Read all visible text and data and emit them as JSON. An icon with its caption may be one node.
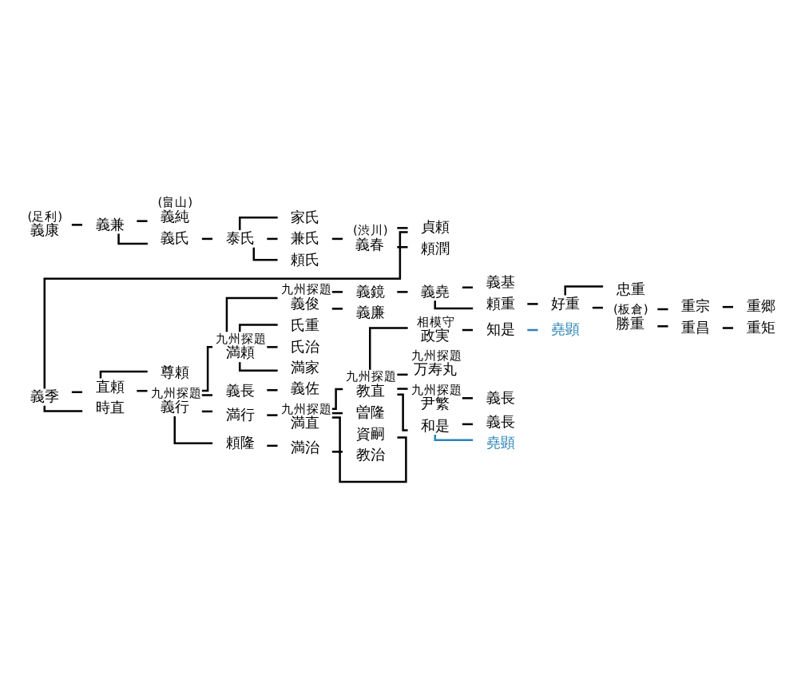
{
  "diagram": {
    "nodes": [
      {
        "text": [
          "義康"
        ],
        "beside": [
          "(足利)"
        ]
      },
      {
        "text": [
          "義兼"
        ]
      },
      {
        "text": [
          "義純"
        ],
        "beside": [
          "(畠山)"
        ]
      },
      {
        "text": [
          "義氏"
        ]
      },
      {
        "text": [
          "泰氏"
        ]
      },
      {
        "text": [
          "家氏"
        ]
      },
      {
        "text": [
          "兼氏"
        ]
      },
      {
        "text": [
          "頼氏"
        ]
      },
      {
        "text": [
          "義春"
        ],
        "beside": [
          "(渋川)"
        ]
      },
      {
        "text": [
          "貞頼"
        ]
      },
      {
        "text": [
          "頼潤"
        ]
      },
      {
        "text": [
          "義季"
        ]
      },
      {
        "text": [
          "直頼"
        ]
      },
      {
        "text": [
          "時直"
        ]
      },
      {
        "text": [
          "尊頼"
        ]
      },
      {
        "text": [
          "義行"
        ],
        "beside": [
          "九州探題"
        ]
      },
      {
        "text": [
          "満頼"
        ],
        "beside": [
          "九州探題"
        ]
      },
      {
        "text": [
          "義長"
        ]
      },
      {
        "text": [
          "満行"
        ]
      },
      {
        "text": [
          "頼隆"
        ]
      },
      {
        "text": [
          "義俊"
        ],
        "beside": [
          "九州探題"
        ]
      },
      {
        "text": [
          "氏重"
        ]
      },
      {
        "text": [
          "氏治"
        ]
      },
      {
        "text": [
          "満家"
        ]
      },
      {
        "text": [
          "義鏡"
        ]
      },
      {
        "text": [
          "義廉"
        ]
      },
      {
        "text": [
          "義堯"
        ]
      },
      {
        "text": [
          "義基"
        ]
      },
      {
        "text": [
          "頼重"
        ]
      },
      {
        "text": [
          "好重"
        ]
      },
      {
        "text": [
          "忠重"
        ]
      },
      {
        "text": [
          "勝重"
        ],
        "beside": [
          "(板倉)"
        ]
      },
      {
        "text": [
          "重宗"
        ]
      },
      {
        "text": [
          "重郷"
        ]
      },
      {
        "text": [
          "重昌"
        ]
      },
      {
        "text": [
          "重矩"
        ]
      },
      {
        "text": [
          "義佐"
        ]
      },
      {
        "text": [
          "満直"
        ],
        "beside": [
          "九州探題"
        ]
      },
      {
        "text": [
          "教直"
        ],
        "beside": [
          "九州探題"
        ]
      },
      {
        "text": [
          "曽隆"
        ]
      },
      {
        "text": [
          "資嗣"
        ]
      },
      {
        "text": [
          "政実"
        ],
        "beside": [
          "相模守"
        ]
      },
      {
        "text": [
          "万寿丸"
        ],
        "beside": [
          "九州探題"
        ]
      },
      {
        "text": [
          "尹繁"
        ],
        "beside": [
          "九州探題"
        ]
      },
      {
        "text": [
          "和是"
        ]
      },
      {
        "text": [
          "知是"
        ]
      },
      {
        "text": [
          "堯顕"
        ]
      },
      {
        "text": [
          "義長"
        ]
      },
      {
        "text": [
          "義長"
        ]
      },
      {
        "text": [
          "堯顕"
        ]
      },
      {
        "text": [
          "満治"
        ]
      },
      {
        "text": [
          "教治"
        ]
      }
    ],
    "edges": [
      {
        "from": 0,
        "to": 1,
        "arrow": "none"
      },
      {
        "from": 1,
        "to": 2,
        "arrow": "none"
      },
      {
        "from": 1,
        "to": 3,
        "arrow": "none"
      },
      {
        "from": 3,
        "to": 4,
        "arrow": "none"
      },
      {
        "from": 4,
        "to": 5,
        "arrow": "none"
      },
      {
        "from": 4,
        "to": 6,
        "arrow": "none"
      },
      {
        "from": 4,
        "to": 7,
        "arrow": "none"
      },
      {
        "from": 6,
        "to": 8,
        "arrow": "none"
      },
      {
        "from": 8,
        "to": 9,
        "arrow": "none"
      },
      {
        "from": 8,
        "to": 10,
        "arrow": "none"
      },
      {
        "from": 9,
        "to": 11,
        "arrow": "none"
      },
      {
        "from": 11,
        "to": 12,
        "arrow": "none"
      },
      {
        "from": 11,
        "to": 13,
        "arrow": "none"
      },
      {
        "from": 12,
        "to": 14,
        "arrow": "none"
      },
      {
        "from": 12,
        "to": 15,
        "arrow": "none"
      },
      {
        "from": 15,
        "to": 16,
        "arrow": "none"
      },
      {
        "from": 15,
        "to": 17,
        "arrow": "none"
      },
      {
        "from": 15,
        "to": 18,
        "arrow": "none"
      },
      {
        "from": 15,
        "to": 19,
        "arrow": "none"
      },
      {
        "from": 16,
        "to": 20,
        "arrow": "none"
      },
      {
        "from": 16,
        "to": 21,
        "arrow": "none"
      },
      {
        "from": 16,
        "to": 22,
        "arrow": "none"
      },
      {
        "from": 16,
        "to": 23,
        "arrow": "none"
      },
      {
        "from": 20,
        "to": 24,
        "arrow": "none"
      },
      {
        "from": 20,
        "to": 25,
        "arrow": "none"
      },
      {
        "from": 24,
        "to": 26,
        "arrow": "none"
      },
      {
        "from": 26,
        "to": 27,
        "arrow": "none"
      },
      {
        "from": 26,
        "to": 28,
        "arrow": "none"
      },
      {
        "from": 28,
        "to": 29,
        "arrow": "none"
      },
      {
        "from": 29,
        "to": 30,
        "arrow": "none"
      },
      {
        "from": 29,
        "to": 31,
        "arrow": "none"
      },
      {
        "from": 31,
        "to": 32,
        "arrow": "none"
      },
      {
        "from": 32,
        "to": 33,
        "arrow": "none"
      },
      {
        "from": 31,
        "to": 34,
        "arrow": "none"
      },
      {
        "from": 34,
        "to": 35,
        "arrow": "none"
      },
      {
        "from": 17,
        "to": 36,
        "arrow": "none"
      },
      {
        "from": 18,
        "to": 37,
        "arrow": "none"
      },
      {
        "from": 37,
        "to": 38,
        "arrow": "none"
      },
      {
        "from": 37,
        "to": 39,
        "arrow": "none"
      },
      {
        "from": 37,
        "to": 40,
        "arrow": "none"
      },
      {
        "from": 38,
        "to": 41,
        "arrow": "none"
      },
      {
        "from": 38,
        "to": 42,
        "arrow": "none"
      },
      {
        "from": 38,
        "to": 43,
        "arrow": "none"
      },
      {
        "from": 38,
        "to": 44,
        "arrow": "none"
      },
      {
        "from": 41,
        "to": 45,
        "arrow": "none"
      },
      {
        "from": 45,
        "to": 46,
        "arrow": "none",
        "color": "#2b84b6"
      },
      {
        "from": 43,
        "to": 47,
        "arrow": "none"
      },
      {
        "from": 44,
        "to": 48,
        "arrow": "none"
      },
      {
        "from": 44,
        "to": 49,
        "arrow": "none",
        "color": "#2b84b6"
      },
      {
        "from": 19,
        "to": 50,
        "arrow": "none"
      },
      {
        "from": 50,
        "to": 51,
        "arrow": "none"
      }
    ]
  }
}
